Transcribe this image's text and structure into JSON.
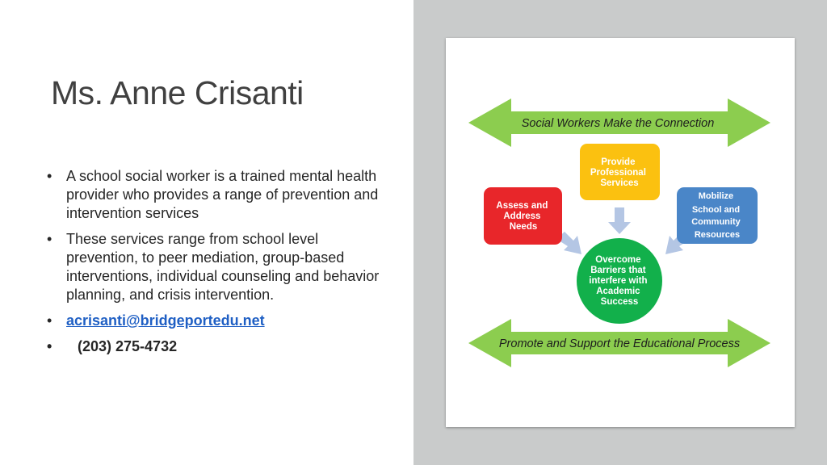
{
  "slide": {
    "title": "Ms. Anne Crisanti",
    "bullets": [
      "A school social worker is a trained mental health provider who provides a range of prevention and intervention services",
      "These services range from school level prevention, to peer mediation, group-based interventions, individual counseling and behavior planning, and crisis intervention."
    ],
    "email": "acrisanti@bridgeportedu.net",
    "phone": "(203) 275-4732",
    "bullet_glyph": "•"
  },
  "diagram": {
    "top_arrow_label": "Social Workers Make the Connection",
    "bottom_arrow_label": "Promote and Support the Educational Process",
    "box_left": [
      "Assess and",
      "Address",
      "Needs"
    ],
    "box_top": [
      "Provide",
      "Professional",
      "Services"
    ],
    "box_right": [
      "Mobilize",
      "School and",
      "Community",
      "Resources"
    ],
    "center": [
      "Overcome",
      "Barriers that",
      "interfere with",
      "Academic",
      "Success"
    ],
    "colors": {
      "arrow_green": "#8ccd4f",
      "left_box": "#e8262a",
      "top_box": "#fbc110",
      "right_box": "#4a86c8",
      "center_circle": "#12b04b",
      "connector": "#b4c6e4",
      "background_right": "#c9cbcb"
    }
  }
}
